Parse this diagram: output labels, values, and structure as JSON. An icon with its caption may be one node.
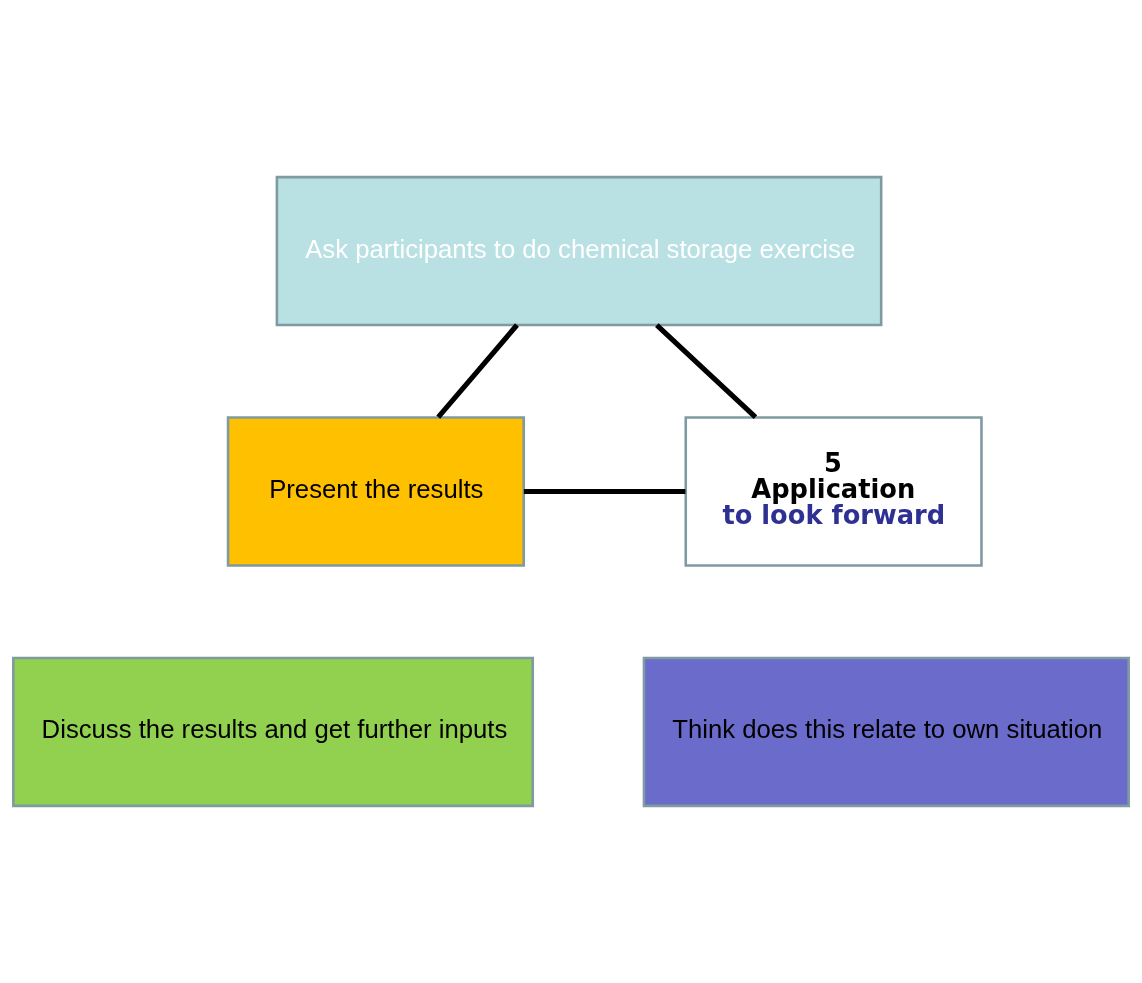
{
  "diagram": {
    "nodes": [
      {
        "text": [
          "Ask participants to do chemical storage exercise"
        ]
      },
      {
        "text": [
          "5",
          "Application",
          "to look forward"
        ]
      },
      {
        "text": [
          "Present the results"
        ]
      },
      {
        "text": [
          "Think does this relate to own situation"
        ]
      },
      {
        "text": [
          "Discuss the results and get further inputs"
        ]
      }
    ],
    "edges": [
      {
        "from": 0,
        "to": 2,
        "arrow": "none"
      },
      {
        "from": 2,
        "to": 1,
        "arrow": "none"
      },
      {
        "from": 1,
        "to": 0,
        "arrow": "none"
      }
    ]
  }
}
